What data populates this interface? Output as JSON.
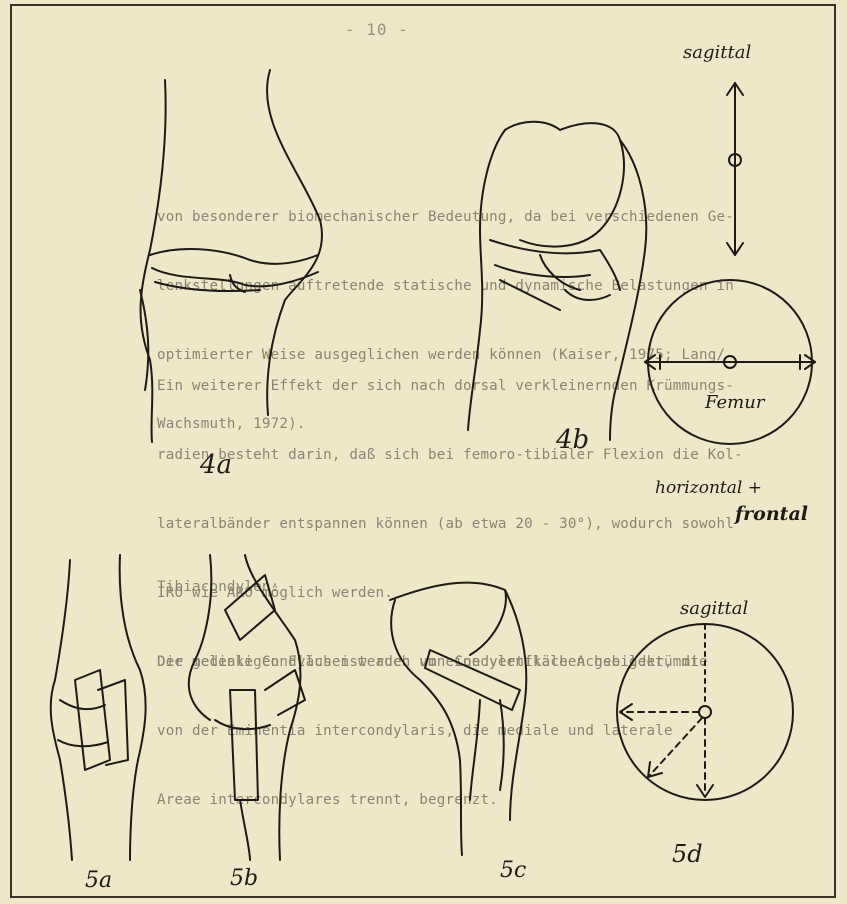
{
  "page_number": "- 10 -",
  "paragraphs": [
    {
      "lines": [
        "von besonderer biomechanischer Bedeutung, da bei verschiedenen Ge-",
        "lenkstellungen auftretende statische und dynamische Belastungen in",
        "optimierter Weise ausgeglichen werden können (Kaiser, 1975; Lang/",
        "Wachsmuth, 1972)."
      ]
    },
    {
      "lines": [
        "Ein weiterer Effekt der sich nach dorsal verkleinernden Krümmungs-",
        "radien besteht darin, daß sich bei femoro-tibialer Flexion die Kol-",
        "lateralbänder entspannen können (ab etwa 20 - 30°), wodurch sowohl",
        "IRO wie ARO möglich werden.",
        "Der mediale Condylus ist auch um eine vertikale Achse gekrümmt."
      ]
    },
    {
      "lines": [
        "Tibiacondylen:"
      ]
    },
    {
      "lines": [
        "Die gelenkigen Flächen werden von Condylenflächen gebildet, die",
        "von der Eminentia intercondylaris, die mediale und laterale",
        "Areae intercondylares trennt, begrenzt."
      ]
    }
  ],
  "figure_labels": {
    "fig_4a": "4a",
    "fig_4b": "4b",
    "fig_5a": "5a",
    "fig_5b": "5b",
    "fig_5c": "5c",
    "fig_5d": "5d",
    "sagittal_top": "sagittal",
    "femur": "Femur",
    "horizontal": "horizontal +",
    "frontal": "frontal",
    "sagittal_bottom": "sagittal"
  }
}
